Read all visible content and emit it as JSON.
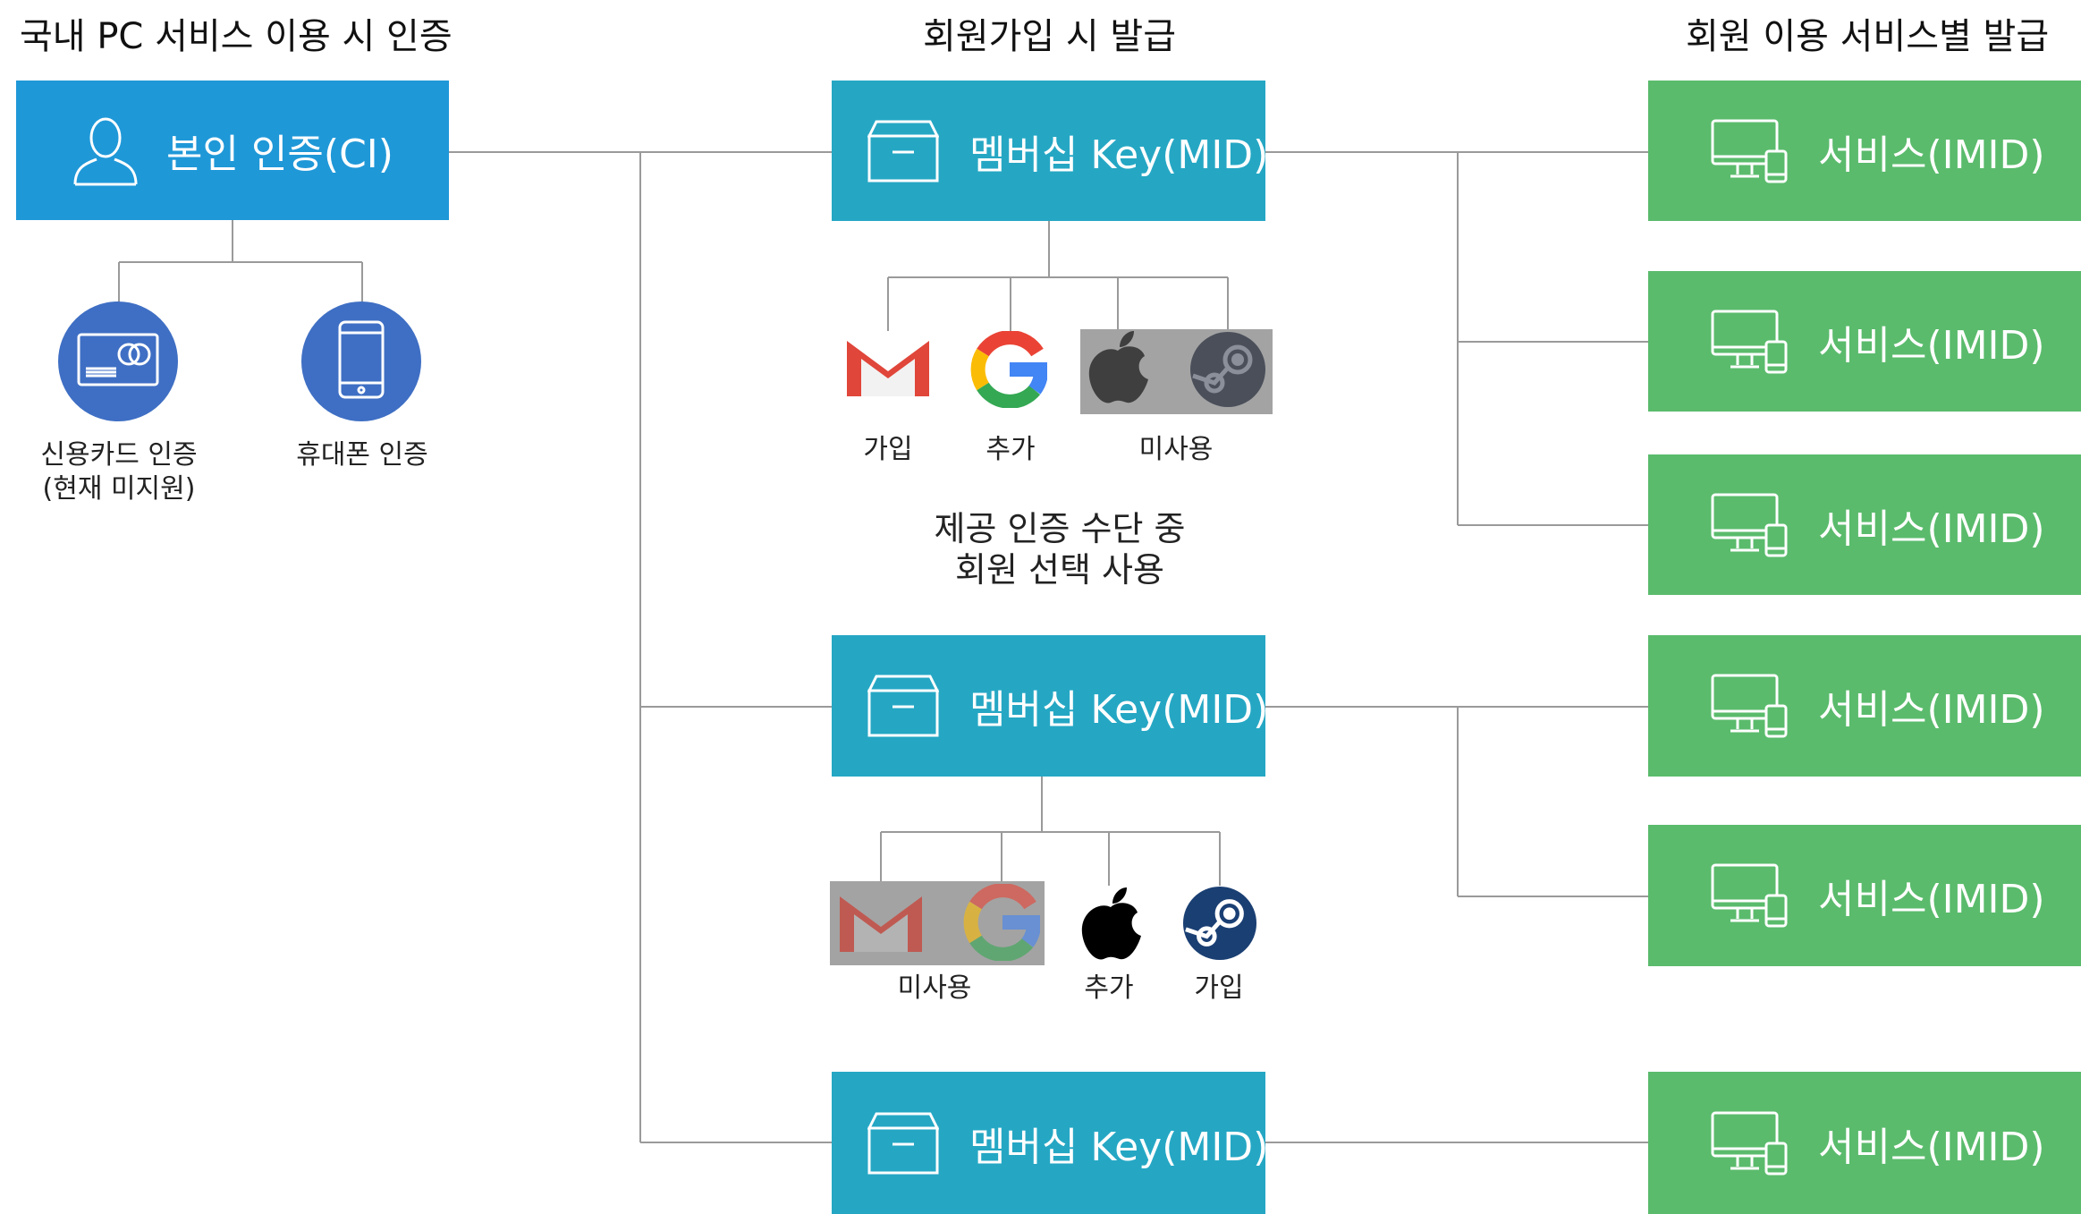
{
  "headers": {
    "left": "국내 PC 서비스 이용 시 인증",
    "middle": "회원가입 시 발급",
    "right": "회원 이용 서비스별 발급"
  },
  "identity": {
    "label": "본인 인증(CI)",
    "methods": [
      {
        "icon": "credit-card-icon",
        "line1": "신용카드 인증",
        "line2": "(현재 미지원)"
      },
      {
        "icon": "mobile-phone-icon",
        "line1": "휴대폰 인증"
      }
    ]
  },
  "membership_label": "멤버십 Key(MID)",
  "group1": {
    "icons": [
      "gmail-icon",
      "google-icon",
      "apple-icon",
      "steam-icon"
    ],
    "labels": {
      "join": "가입",
      "add": "추가",
      "unused": "미사용"
    }
  },
  "note": {
    "line1": "제공 인증 수단 중",
    "line2": "회원 선택 사용"
  },
  "group2": {
    "icons": [
      "gmail-icon",
      "google-icon",
      "apple-icon",
      "steam-icon"
    ],
    "labels": {
      "unused": "미사용",
      "add": "추가",
      "join": "가입"
    }
  },
  "service_label": "서비스(IMID)",
  "colors": {
    "identity_box": "#1f98d8",
    "membership_box": "#25a7c4",
    "service_box": "#5abb6c",
    "method_circle": "#3f6fc4",
    "unused_background": "#a3a3a3",
    "connector": "#9a9a9a"
  }
}
